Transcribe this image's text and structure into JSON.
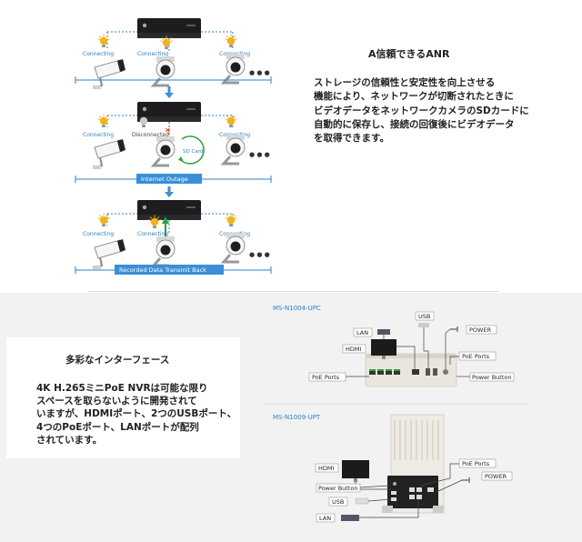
{
  "anr": {
    "title": "A信頼できるANR",
    "body_lines": [
      "ストレージの信頼性と安定性を向上させる",
      "機能により、ネットワークが切断されたときに",
      "ビデオデータをネットワークカメラのSDカードに",
      "自動的に保存し、接続の回復後にビデオデータ",
      "を取得できます。"
    ],
    "diagram": {
      "connecting": "Connecting",
      "disconnected": "Disconnected",
      "sd_card": "SD Card",
      "internet_outage": "Internet Outage",
      "transmit_back": "Recorded Data Transmit Back",
      "more": "● ● ●"
    }
  },
  "interfaces": {
    "title": "多彩なインターフェース",
    "body_lines": [
      "4K H.265ミニPoE NVRは可能な限り",
      "スペースを取らないように開発されて",
      "いますが、HDMIポート、2つのUSBポート、",
      "4つのPoEポート、LANポートが配列",
      "されています。"
    ],
    "model1": {
      "name": "MS-N1004-UPC",
      "labels": {
        "lan": "LAN",
        "usb": "USB",
        "power": "POWER",
        "hdmi": "HDMI",
        "poe_ports_right": "PoE Ports",
        "poe_ports_left": "PoE Ports",
        "power_button": "Power Button"
      }
    },
    "model2": {
      "name": "MS-N1009-UPT",
      "labels": {
        "hdmi": "HDMI",
        "poe_ports": "PoE Ports",
        "power": "POWER",
        "power_button": "Power Button",
        "usb": "USB",
        "lan": "LAN"
      }
    }
  },
  "colors": {
    "accent_blue": "#2c7fc9",
    "band_blue": "#3a8fd8",
    "bulb_yellow": "#f2b21b",
    "arrow_green": "#2aa33b",
    "alert_red": "#d9261c",
    "bottom_bg": "#f2f2f2"
  }
}
